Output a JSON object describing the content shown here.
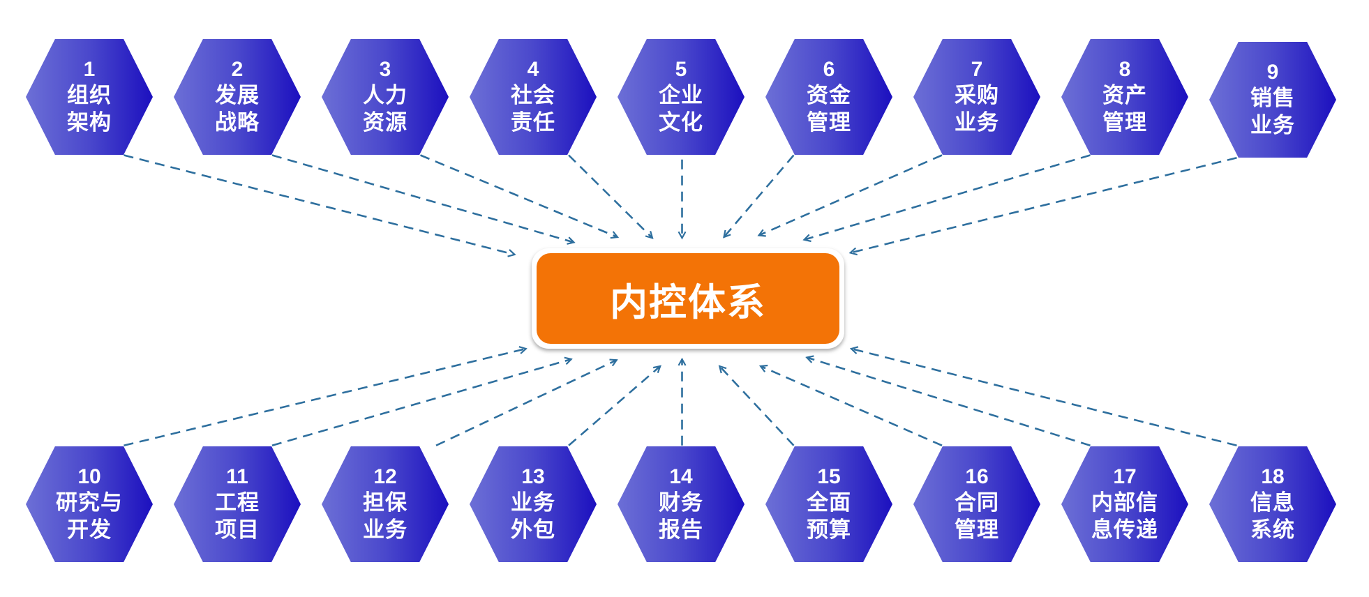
{
  "center": {
    "label": "内控体系",
    "color": "#f37306"
  },
  "colors": {
    "hex_start": "#6c6fd6",
    "hex_end": "#1c10bf",
    "arrow": "#2e6f9e"
  },
  "top_row": [
    {
      "num": "1",
      "lines": [
        "组织",
        "架构"
      ]
    },
    {
      "num": "2",
      "lines": [
        "发展",
        "战略"
      ]
    },
    {
      "num": "3",
      "lines": [
        "人力",
        "资源"
      ]
    },
    {
      "num": "4",
      "lines": [
        "社会",
        "责任"
      ]
    },
    {
      "num": "5",
      "lines": [
        "企业",
        "文化"
      ]
    },
    {
      "num": "6",
      "lines": [
        "资金",
        "管理"
      ]
    },
    {
      "num": "7",
      "lines": [
        "采购",
        "业务"
      ]
    },
    {
      "num": "8",
      "lines": [
        "资产",
        "管理"
      ]
    },
    {
      "num": "9",
      "lines": [
        "销售",
        "业务"
      ]
    }
  ],
  "bottom_row": [
    {
      "num": "10",
      "lines": [
        "研究与",
        "开发"
      ]
    },
    {
      "num": "11",
      "lines": [
        "工程",
        "项目"
      ]
    },
    {
      "num": "12",
      "lines": [
        "担保",
        "业务"
      ]
    },
    {
      "num": "13",
      "lines": [
        "业务",
        "外包"
      ]
    },
    {
      "num": "14",
      "lines": [
        "财务",
        "报告"
      ]
    },
    {
      "num": "15",
      "lines": [
        "全面",
        "预算"
      ]
    },
    {
      "num": "16",
      "lines": [
        "合同",
        "管理"
      ]
    },
    {
      "num": "17",
      "lines": [
        "内部信",
        "息传递"
      ]
    },
    {
      "num": "18",
      "lines": [
        "信息",
        "系统"
      ]
    }
  ]
}
